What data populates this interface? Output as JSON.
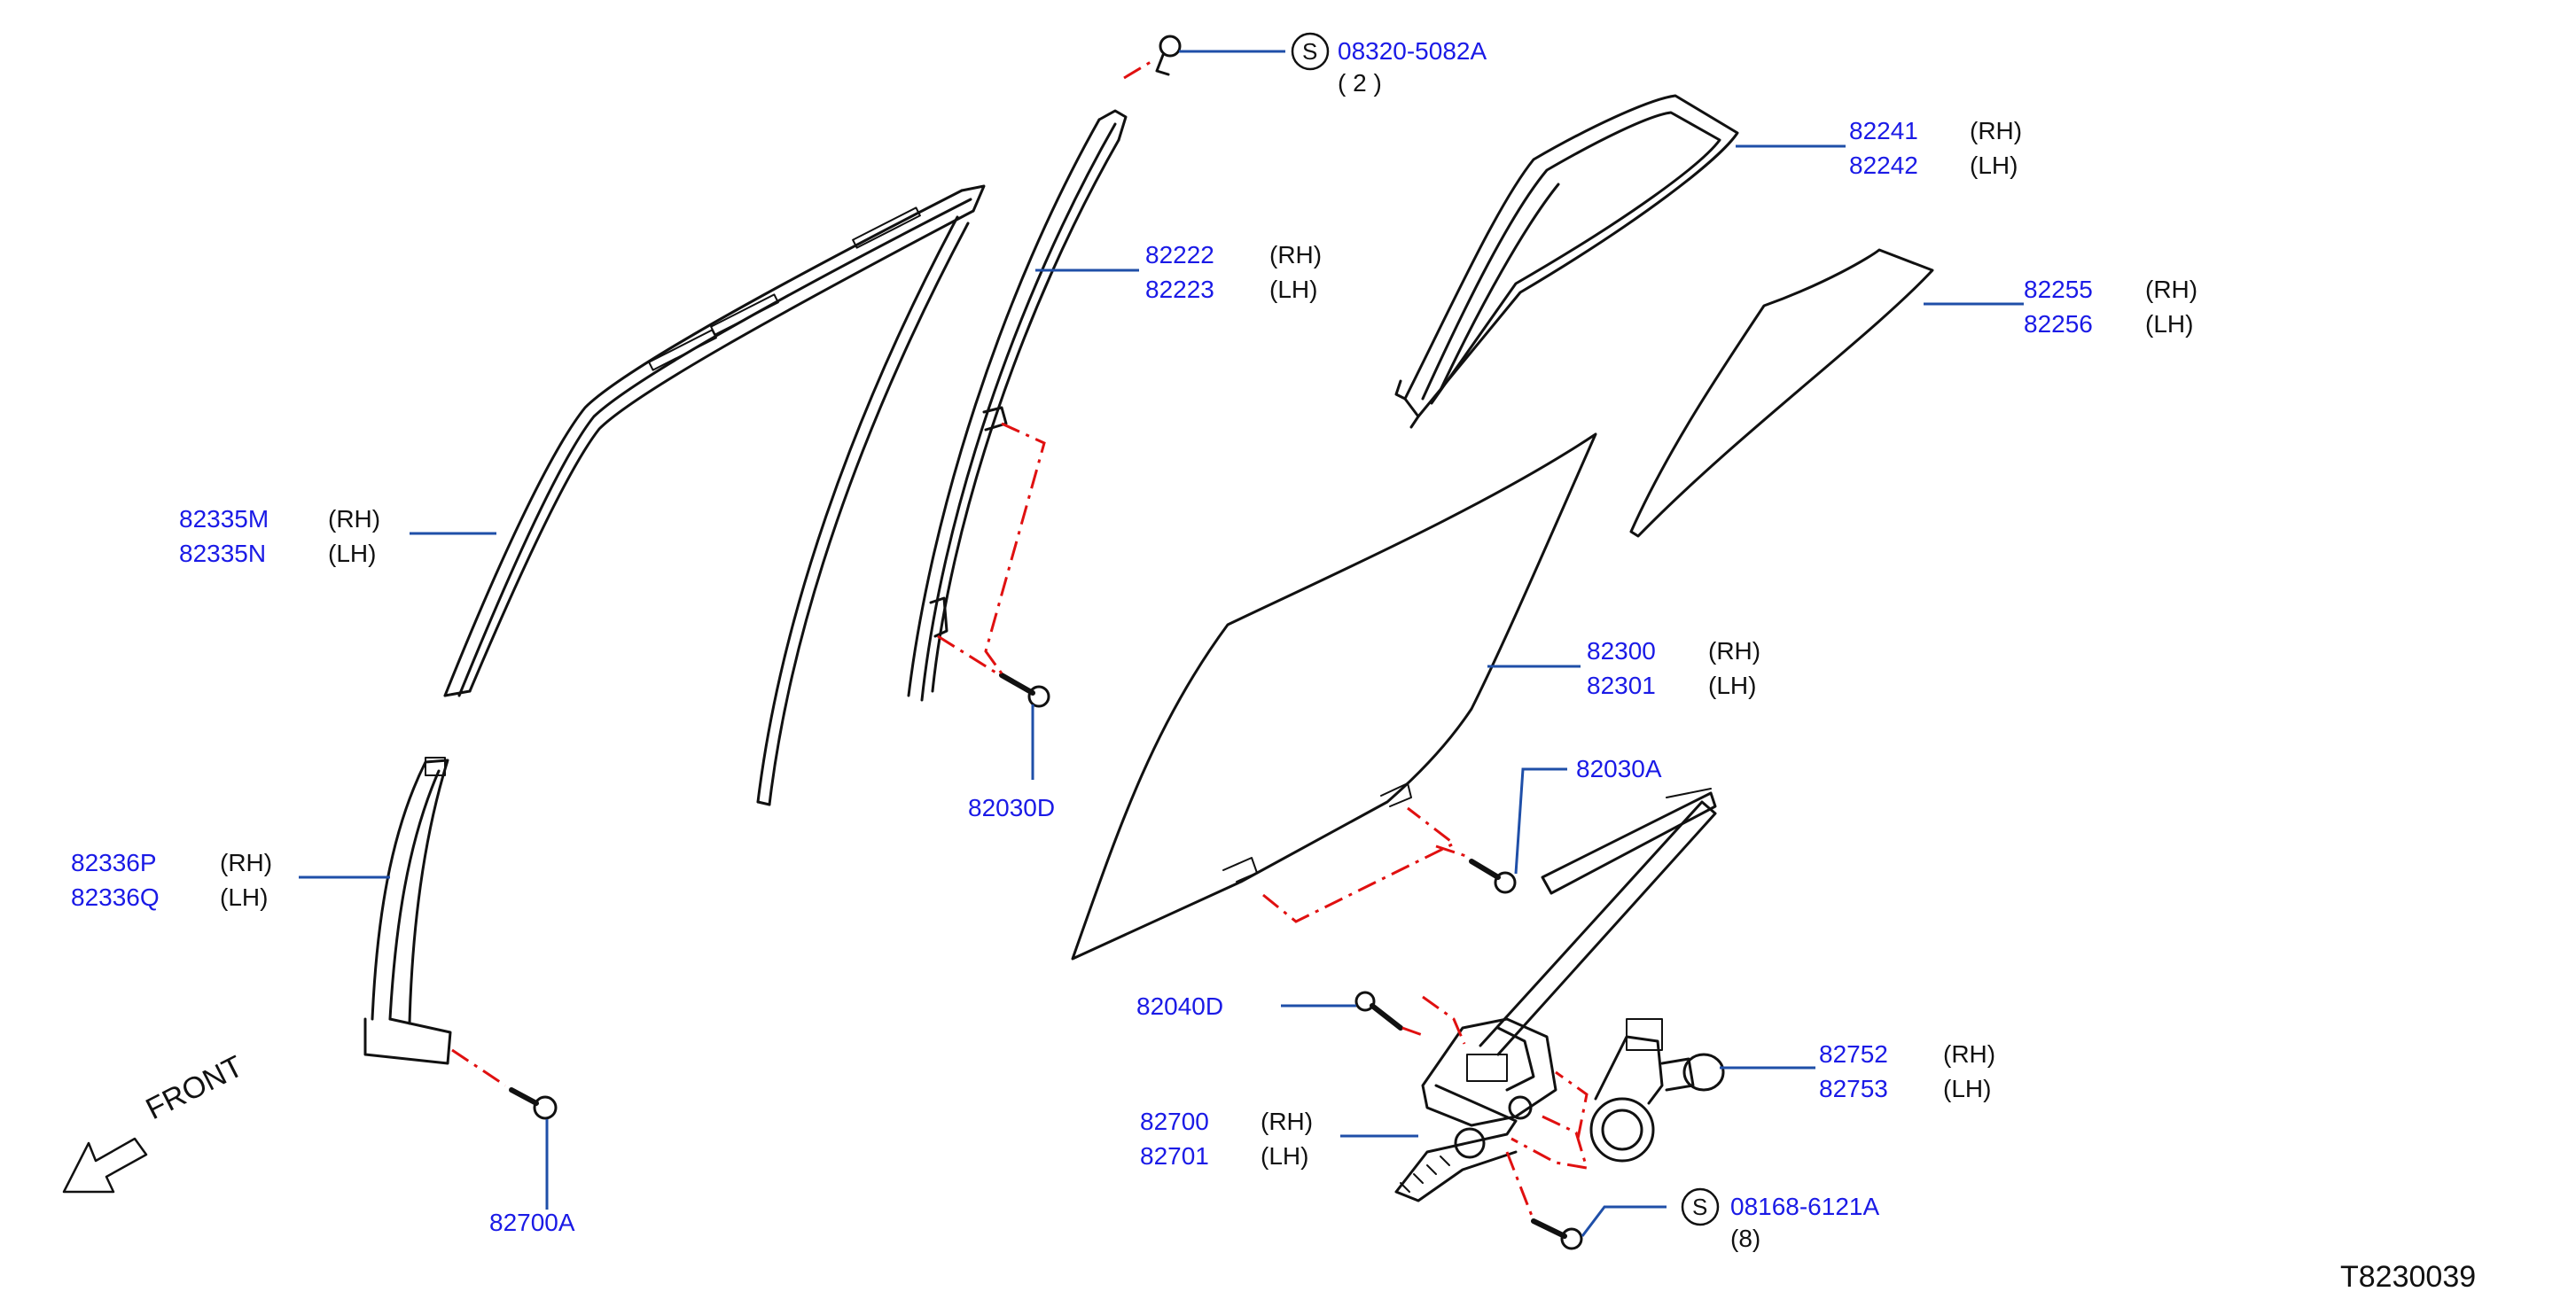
{
  "colors": {
    "part_number": "#1a1ae6",
    "leader_line": "#1f4fa8",
    "dash_line": "#e01010",
    "outline": "#111111"
  },
  "screw_symbol": "S",
  "callouts": {
    "screw_top": {
      "part": "08320-5082A",
      "qty": "( 2 )"
    },
    "screw_bottom": {
      "part": "08168-6121A",
      "qty": "(8)"
    },
    "weatherstrip_outer": {
      "rh": "82241",
      "lh": "82242",
      "rh_side": "(RH)",
      "lh_side": "(LH)"
    },
    "partition_sash": {
      "rh": "82222",
      "lh": "82223",
      "rh_side": "(RH)",
      "lh_side": "(LH)"
    },
    "partition_glass": {
      "rh": "82255",
      "lh": "82256",
      "rh_side": "(RH)",
      "lh_side": "(LH)"
    },
    "glass_run": {
      "rh": "82335M",
      "lh": "82335N",
      "rh_side": "(RH)",
      "lh_side": "(LH)"
    },
    "door_glass": {
      "rh": "82300",
      "lh": "82301",
      "rh_side": "(RH)",
      "lh_side": "(LH)"
    },
    "bolt_glass": {
      "part": "82030A"
    },
    "bolt_sash": {
      "part": "82030D"
    },
    "lower_sash": {
      "rh": "82336P",
      "lh": "82336Q",
      "rh_side": "(RH)",
      "lh_side": "(LH)"
    },
    "bolt_regulator": {
      "part": "82040D"
    },
    "motor": {
      "rh": "82752",
      "lh": "82753",
      "rh_side": "(RH)",
      "lh_side": "(LH)"
    },
    "regulator": {
      "rh": "82700",
      "lh": "82701",
      "rh_side": "(RH)",
      "lh_side": "(LH)"
    },
    "bolt_lower_sash": {
      "part": "82700A"
    }
  },
  "front_label": "FRONT",
  "reference_code": "T8230039"
}
